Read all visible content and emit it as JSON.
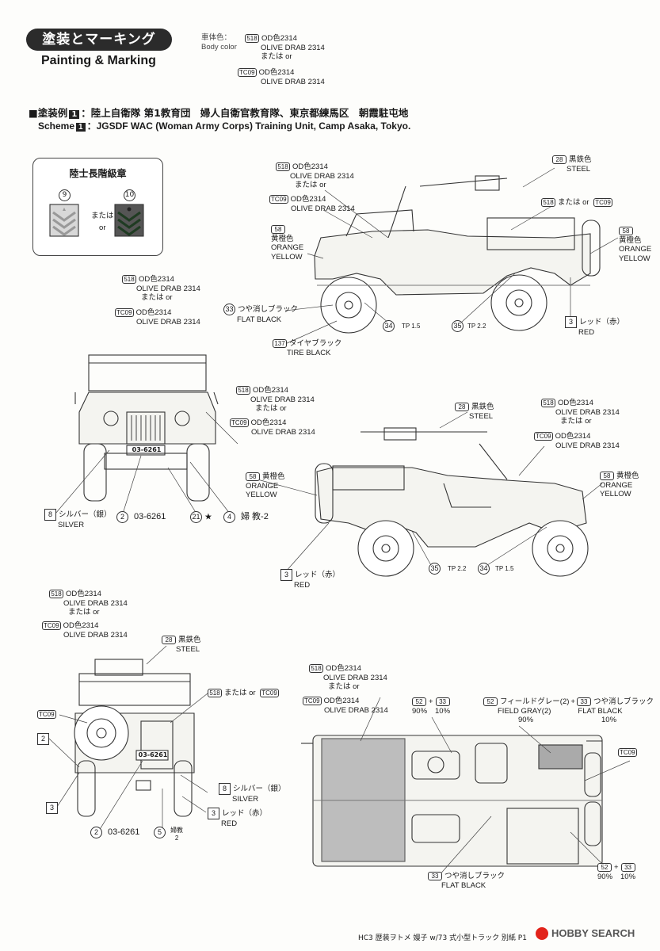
{
  "header": {
    "title_jp": "塗装とマーキング",
    "title_en": "Painting & Marking"
  },
  "body_color": {
    "label_jp": "車体色：",
    "label_en": "Body color",
    "code1": "518",
    "line1": "OD色2314",
    "line2": "OLIVE DRAB 2314",
    "line3": "または or",
    "code2": "TC09",
    "line4": "OD色2314",
    "line5": "OLIVE DRAB 2314"
  },
  "scheme": {
    "prefix_jp": "■塗装例",
    "number": "1",
    "text_jp": "：陸上自衛隊 第1教育団　婦人自衛官教育隊、東京都練馬区　朝霞駐屯地",
    "prefix_en": "Scheme",
    "text_en": "：JGSDF WAC (Woman Army Corps) Training Unit, Camp Asaka, Tokyo."
  },
  "rank_box": {
    "title": "陸士長階級章",
    "num1": "9",
    "num2": "10",
    "or_jp": "または",
    "or_en": "or"
  },
  "side_view_1": {
    "od_code": "518",
    "od1": "OD色2314",
    "od2": "OLIVE DRAB 2314",
    "or1": "または  or",
    "tc_code": "TC09",
    "tc1": "OD色2314",
    "tc2": "OLIVE DRAB 2314",
    "orange_code": "58",
    "orange1": "黄橙色",
    "orange2": "ORANGE",
    "orange3": "YELLOW",
    "steel_code": "28",
    "steel1": "黒鉄色",
    "steel2": "STEEL",
    "mid_code1": "518",
    "mid_or": "または  or",
    "mid_code2": "TC09",
    "orange_r_code": "58",
    "orange_r1": "黄橙色",
    "orange_r2": "ORANGE",
    "orange_r3": "YELLOW",
    "flat_code": "33",
    "flat1": "つや消しブラック",
    "flat2": "FLAT BLACK",
    "tire_code": "137",
    "tire1": "タイヤブラック",
    "tire2": "TIRE BLACK",
    "tp34_num": "34",
    "tp34": "TP 1.5",
    "tp35_num": "35",
    "tp35": "TP 2.2",
    "red_code": "3",
    "red1": "レッド（赤）",
    "red2": "RED"
  },
  "front_view": {
    "od_code": "518",
    "od1": "OD色2314",
    "od2": "OLIVE DRAB 2314",
    "or1": "または  or",
    "tc_code": "TC09",
    "tc1": "OD色2314",
    "tc2": "OLIVE DRAB 2314",
    "plate": "03-6261",
    "silver_code": "8",
    "silver1": "シルバー（銀）",
    "silver2": "SILVER",
    "n2": "2",
    "plate_label": "03-6261",
    "n21": "21",
    "star": "★",
    "n4": "4",
    "n4_label": "婦 教-2"
  },
  "side_view_2": {
    "od_code": "518",
    "od1": "OD色2314",
    "od2": "OLIVE DRAB 2314",
    "or1": "または  or",
    "tc_code": "TC09",
    "tc1": "OD色2314",
    "tc2": "OLIVE DRAB 2314",
    "steel_code": "28",
    "steel1": "黒鉄色",
    "steel2": "STEEL",
    "orange_code": "58",
    "orange1": "黄橙色",
    "orange2": "ORANGE",
    "orange3": "YELLOW",
    "r_od_code": "518",
    "r_od1": "OD色2314",
    "r_od2": "OLIVE DRAB 2314",
    "r_or1": "または  or",
    "r_tc_code": "TC09",
    "r_tc1": "OD色2314",
    "r_tc2": "OLIVE DRAB 2314",
    "r_orange_code": "58",
    "r_orange1": "黄橙色",
    "r_orange2": "ORANGE",
    "r_orange3": "YELLOW",
    "tp35_num": "35",
    "tp35": "TP 2.2",
    "tp34_num": "34",
    "tp34": "TP 1.5",
    "red_code": "3",
    "red1": "レッド（赤）",
    "red2": "RED"
  },
  "rear_view": {
    "od_code": "518",
    "od1": "OD色2314",
    "od2": "OLIVE DRAB 2314",
    "or1": "または  or",
    "tc_code": "TC09",
    "tc1": "OD色2314",
    "tc2": "OLIVE DRAB 2314",
    "steel_code": "28",
    "steel1": "黒鉄色",
    "steel2": "STEEL",
    "mid_code1": "518",
    "mid_or": "または  or",
    "mid_code2": "TC09",
    "tc_left": "TC09",
    "n2": "2",
    "n3": "3",
    "plate": "03-6261",
    "silver_code": "8",
    "silver1": "シルバー（銀）",
    "silver2": "SILVER",
    "red_code": "3",
    "red1": "レッド（赤）",
    "red2": "RED",
    "n2b": "2",
    "plate_label": "03-6261",
    "n5": "5",
    "n5_label1": "婦教",
    "n5_label2": "2"
  },
  "top_view": {
    "od_code": "518",
    "od1": "OD色2314",
    "od2": "OLIVE DRAB 2314",
    "or1": "または  or",
    "tc_code": "TC09",
    "tc1": "OD色2314",
    "tc2": "OLIVE DRAB 2314",
    "mix_a": "52",
    "mix_plus": "+",
    "mix_b": "33",
    "mix_pct_a": "90%",
    "mix_pct_b": "10%",
    "fg_code": "52",
    "fg1": "フィールドグレー(2)",
    "fg_plus": "+",
    "fg_code2": "33",
    "fg1b": "つや消しブラック",
    "fg2": "FIELD GRAY(2)",
    "fg2b": "FLAT BLACK",
    "fg_pct_a": "90%",
    "fg_pct_b": "10%",
    "tc_right": "TC09",
    "flat_code": "33",
    "flat1": "つや消しブラック",
    "flat2": "FLAT BLACK",
    "mix2_a": "52",
    "mix2_plus": "+",
    "mix2_b": "33",
    "mix2_pct_a": "90%",
    "mix2_pct_b": "10%"
  },
  "footer": {
    "caption": "HC3 歴装ヲトメ 嫚子 w/73 式小型トラック 別紙 P1",
    "brand": "HOBBY SEARCH"
  }
}
